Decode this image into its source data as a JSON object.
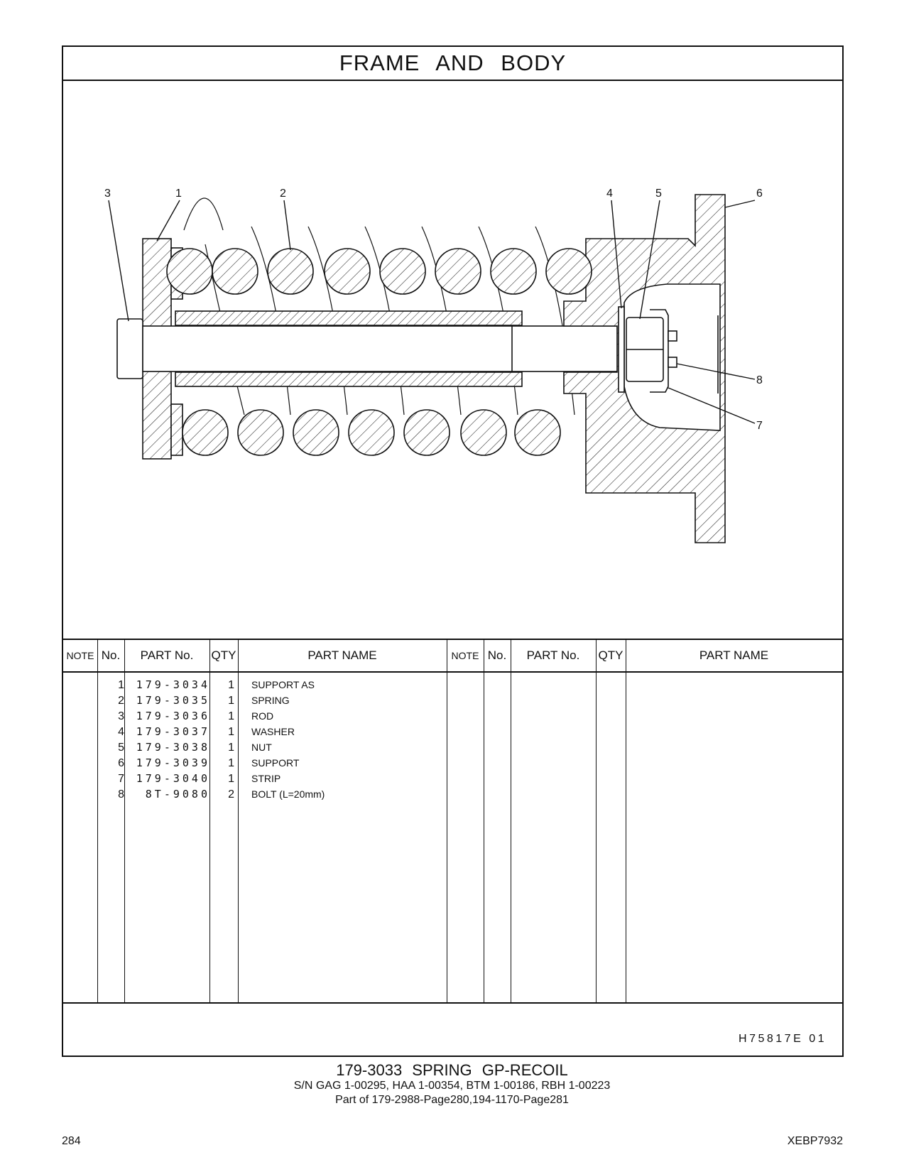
{
  "section_title": "FRAME   AND   BODY",
  "callouts": [
    "3",
    "1",
    "2",
    "4",
    "5",
    "6",
    "8",
    "7"
  ],
  "table": {
    "headers": {
      "note": "NOTE",
      "no": "No.",
      "part_no": "PART No.",
      "qty": "QTY",
      "part_name": "PART NAME"
    },
    "rows": [
      {
        "no": "1",
        "part_no": "179-3034",
        "qty": "1",
        "name": "SUPPORT  AS"
      },
      {
        "no": "2",
        "part_no": "179-3035",
        "qty": "1",
        "name": "SPRING"
      },
      {
        "no": "3",
        "part_no": "179-3036",
        "qty": "1",
        "name": "ROD"
      },
      {
        "no": "4",
        "part_no": "179-3037",
        "qty": "1",
        "name": "WASHER"
      },
      {
        "no": "5",
        "part_no": "179-3038",
        "qty": "1",
        "name": "NUT"
      },
      {
        "no": "6",
        "part_no": "179-3039",
        "qty": "1",
        "name": "SUPPORT"
      },
      {
        "no": "7",
        "part_no": "179-3040",
        "qty": "1",
        "name": "STRIP"
      },
      {
        "no": "8",
        "part_no": "8T-9080",
        "qty": "2",
        "name": "BOLT (L=20mm)"
      }
    ]
  },
  "drawing_id": "H75817E   01",
  "caption": {
    "title": "179-3033  SPRING  GP-RECOIL",
    "serials": "S/N GAG 1-00295, HAA 1-00354, BTM 1-00186, RBH 1-00223",
    "part_of": "Part of 179-2988-Page280,194-1170-Page281"
  },
  "page_number": "284",
  "doc_code": "XEBP7932"
}
